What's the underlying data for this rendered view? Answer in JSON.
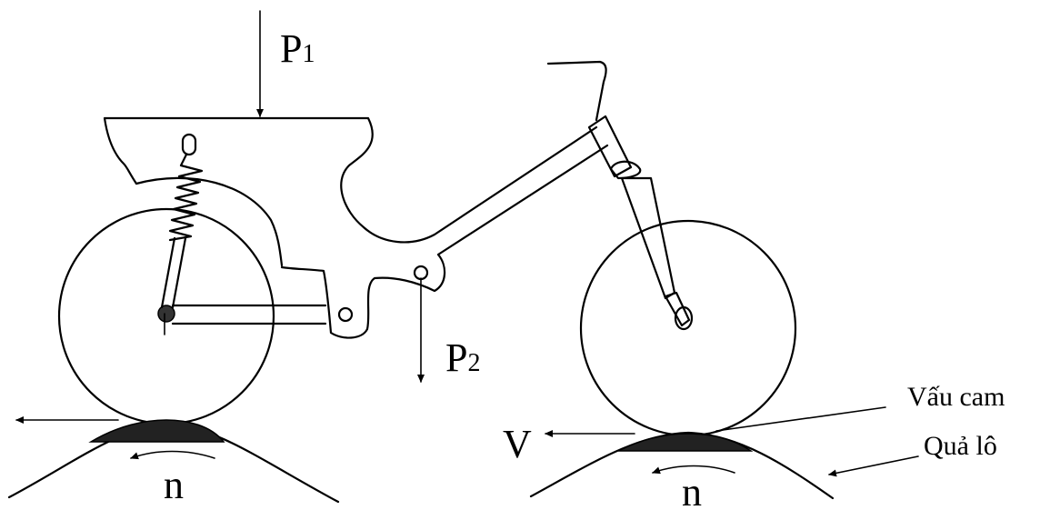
{
  "labels": {
    "p1_main": "P",
    "p1_sub": "1",
    "p2_main": "P",
    "p2_sub": "2",
    "velocity": "V",
    "rotation_left": "n",
    "rotation_right": "n",
    "cam_lobe": "Vấu cam",
    "roller": "Quả lô"
  },
  "colors": {
    "ink": "#000000",
    "background": "#ffffff"
  }
}
